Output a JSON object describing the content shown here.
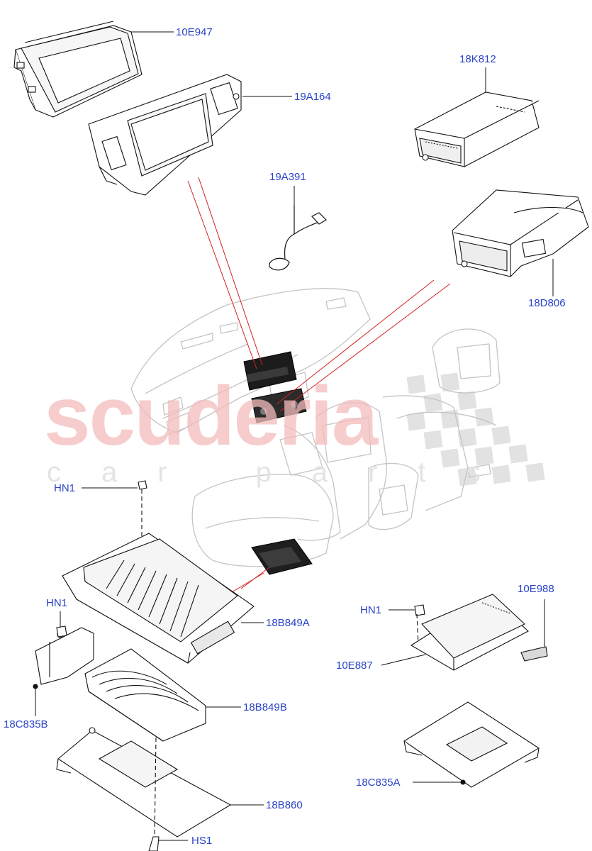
{
  "watermark": {
    "main": "scuderia",
    "sub": "car parts"
  },
  "parts": [
    {
      "id": "p10E947",
      "label": "10E947"
    },
    {
      "id": "p19A164",
      "label": "19A164"
    },
    {
      "id": "p18K812",
      "label": "18K812"
    },
    {
      "id": "p19A391",
      "label": "19A391"
    },
    {
      "id": "p18D806",
      "label": "18D806"
    },
    {
      "id": "pHN1a",
      "label": "HN1"
    },
    {
      "id": "pHN1b",
      "label": "HN1"
    },
    {
      "id": "p18B849A",
      "label": "18B849A"
    },
    {
      "id": "p18C835B",
      "label": "18C835B"
    },
    {
      "id": "p18B849B",
      "label": "18B849B"
    },
    {
      "id": "p18B860",
      "label": "18B860"
    },
    {
      "id": "pHS1",
      "label": "HS1"
    },
    {
      "id": "pHN1c",
      "label": "HN1"
    },
    {
      "id": "p10E988",
      "label": "10E988"
    },
    {
      "id": "p10E887",
      "label": "10E887"
    },
    {
      "id": "p18C835A",
      "label": "18C835A"
    }
  ],
  "colors": {
    "label": "#2a43c8",
    "line": "#111111",
    "callout": "#d42020",
    "watermark": "#f3bcbc",
    "ghost": "#c4c4c4"
  }
}
